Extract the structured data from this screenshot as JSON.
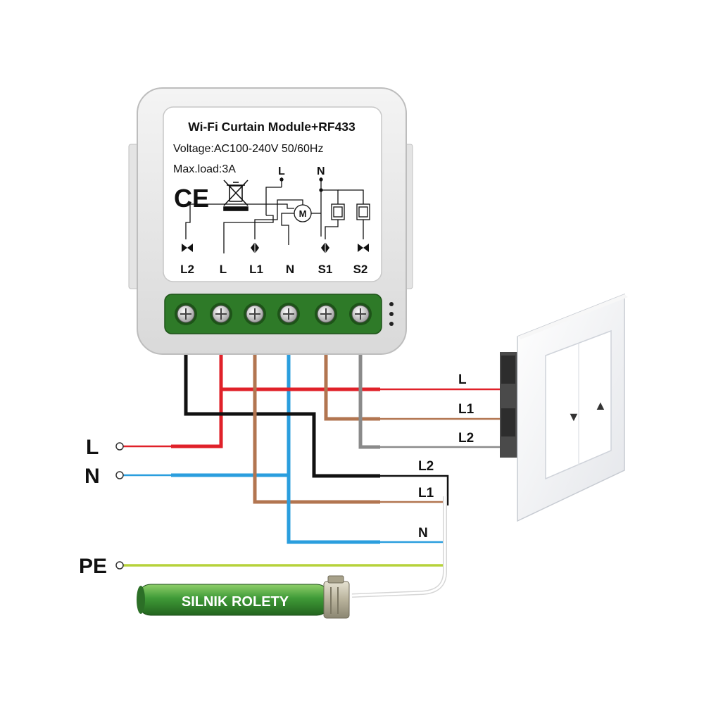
{
  "module": {
    "title": "Wi-Fi Curtain Module+RF433",
    "voltage": "Voltage:AC100-240V 50/60Hz",
    "max_load": "Max.load:3A",
    "ce_mark": "CE",
    "motor_symbol": "M",
    "schematic_top_labels": [
      "L",
      "N"
    ],
    "terminal_labels": [
      "L2",
      "L",
      "L1",
      "N",
      "S1",
      "S2"
    ]
  },
  "supply_labels": {
    "line": "L",
    "neutral": "N",
    "earth": "PE"
  },
  "switch_wire_labels": [
    "L",
    "L1",
    "L2"
  ],
  "motor_wire_labels": [
    "L2",
    "L1",
    "N"
  ],
  "motor_label": "SILNIK ROLETY",
  "colors": {
    "red": "#e02129",
    "black": "#111111",
    "brown": "#b27550",
    "blue": "#2a9ede",
    "grey": "#8a8a8a",
    "green_yellow": "#b6d23a",
    "terminal_green": "#2e7a28",
    "motor_green": "#3f9a37"
  }
}
